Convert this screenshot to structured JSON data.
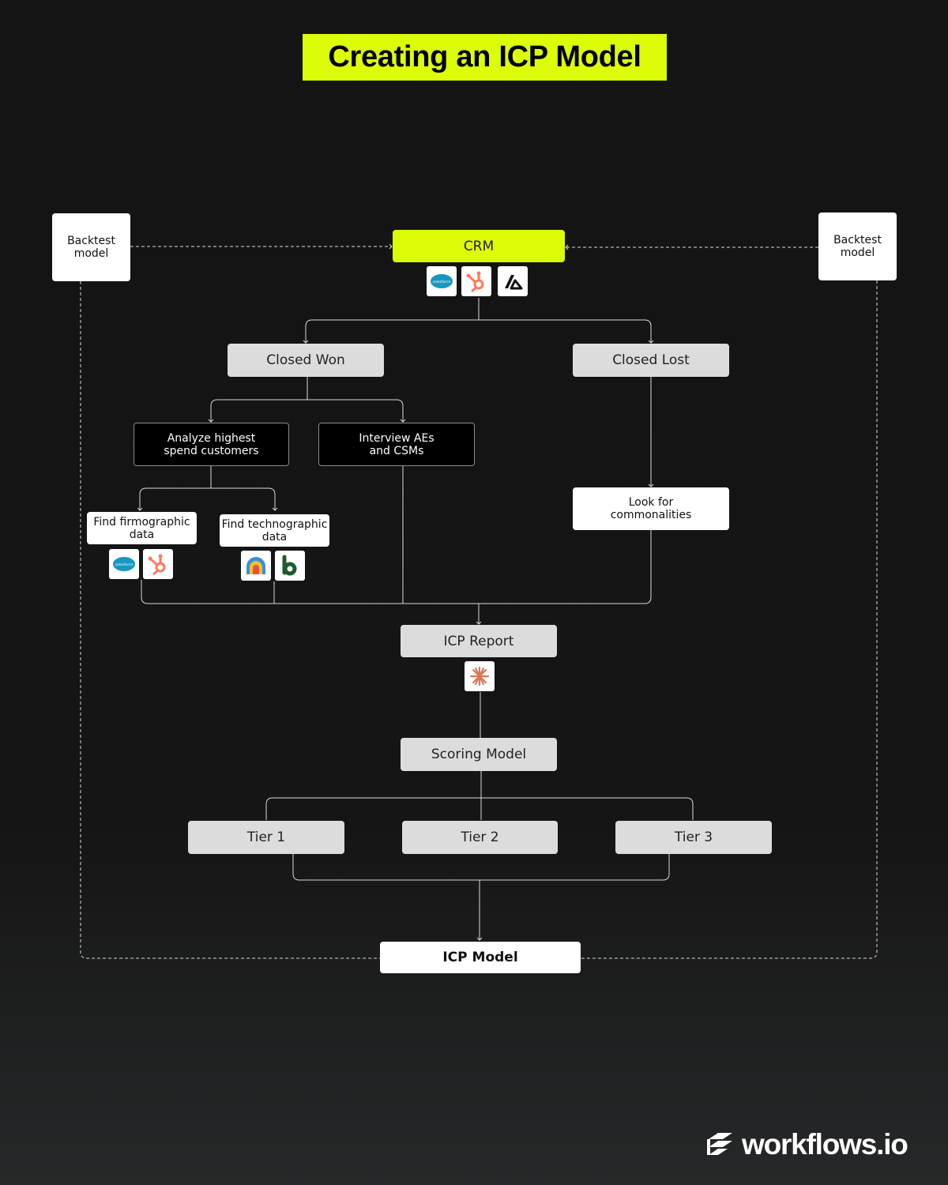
{
  "title": "Creating an ICP Model",
  "nodes": {
    "backtest_left": "Backtest model",
    "backtest_right": "Backtest model",
    "crm": "CRM",
    "closed_won": "Closed Won",
    "closed_lost": "Closed Lost",
    "analyze": "Analyze highest spend customers",
    "interview": "Interview AEs and CSMs",
    "firmographic": "Find firmographic data",
    "technographic": "Find technographic data",
    "commonalities": "Look for commonalities",
    "icp_report": "ICP Report",
    "scoring_model": "Scoring Model",
    "tier1": "Tier 1",
    "tier2": "Tier 2",
    "tier3": "Tier 3",
    "icp_model": "ICP Model"
  },
  "icons": {
    "crm": [
      "salesforce-icon",
      "hubspot-icon",
      "attio-icon"
    ],
    "firmographic": [
      "salesforce-icon",
      "hubspot-icon"
    ],
    "technographic": [
      "builtwith-icon",
      "bombora-icon"
    ],
    "icp_report": [
      "claude-icon"
    ]
  },
  "colors": {
    "accent": "#dcfc07",
    "background": "#141414",
    "node_grey": "#dcdcdc",
    "line": "#d9d9d9"
  },
  "brand": {
    "name": "workflows.io"
  }
}
